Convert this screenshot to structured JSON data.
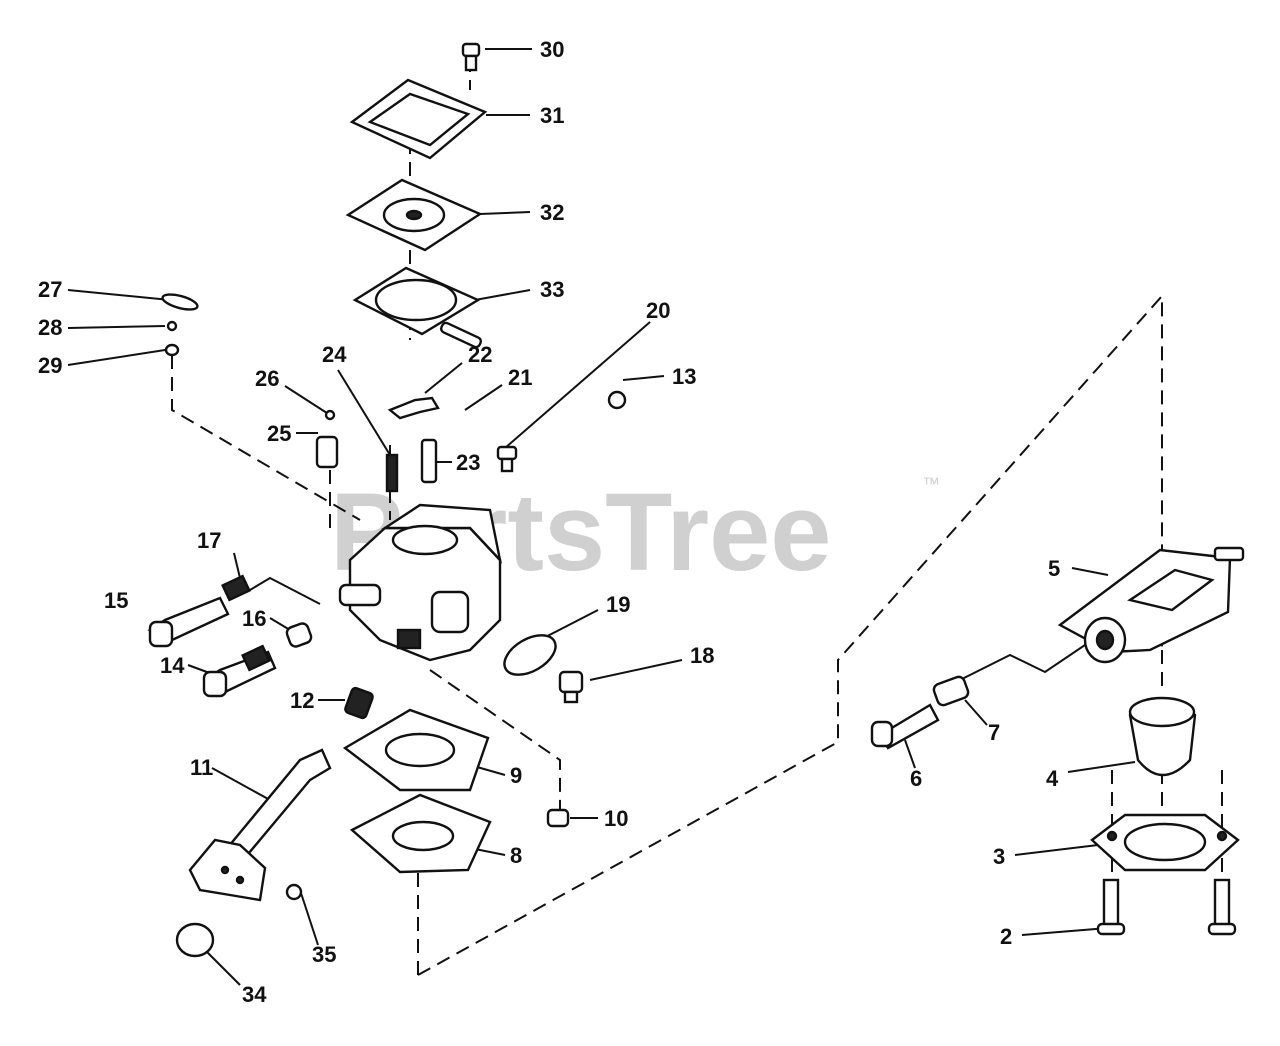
{
  "watermark": {
    "text": "PartsTree",
    "trademark": "™"
  },
  "callouts": [
    {
      "id": "c30",
      "label": "30"
    },
    {
      "id": "c31",
      "label": "31"
    },
    {
      "id": "c32",
      "label": "32"
    },
    {
      "id": "c33",
      "label": "33"
    },
    {
      "id": "c27",
      "label": "27"
    },
    {
      "id": "c28",
      "label": "28"
    },
    {
      "id": "c29",
      "label": "29"
    },
    {
      "id": "c20",
      "label": "20"
    },
    {
      "id": "c13",
      "label": "13"
    },
    {
      "id": "c22",
      "label": "22"
    },
    {
      "id": "c21",
      "label": "21"
    },
    {
      "id": "c24",
      "label": "24"
    },
    {
      "id": "c26",
      "label": "26"
    },
    {
      "id": "c25",
      "label": "25"
    },
    {
      "id": "c23",
      "label": "23"
    },
    {
      "id": "c17",
      "label": "17"
    },
    {
      "id": "c15",
      "label": "15"
    },
    {
      "id": "c16",
      "label": "16"
    },
    {
      "id": "c14",
      "label": "14"
    },
    {
      "id": "c19",
      "label": "19"
    },
    {
      "id": "c18",
      "label": "18"
    },
    {
      "id": "c12",
      "label": "12"
    },
    {
      "id": "c11",
      "label": "11"
    },
    {
      "id": "c9",
      "label": "9"
    },
    {
      "id": "c10",
      "label": "10"
    },
    {
      "id": "c8",
      "label": "8"
    },
    {
      "id": "c35",
      "label": "35"
    },
    {
      "id": "c34",
      "label": "34"
    },
    {
      "id": "c5",
      "label": "5"
    },
    {
      "id": "c6",
      "label": "6"
    },
    {
      "id": "c7",
      "label": "7"
    },
    {
      "id": "c4",
      "label": "4"
    },
    {
      "id": "c3",
      "label": "3"
    },
    {
      "id": "c2",
      "label": "2"
    }
  ]
}
